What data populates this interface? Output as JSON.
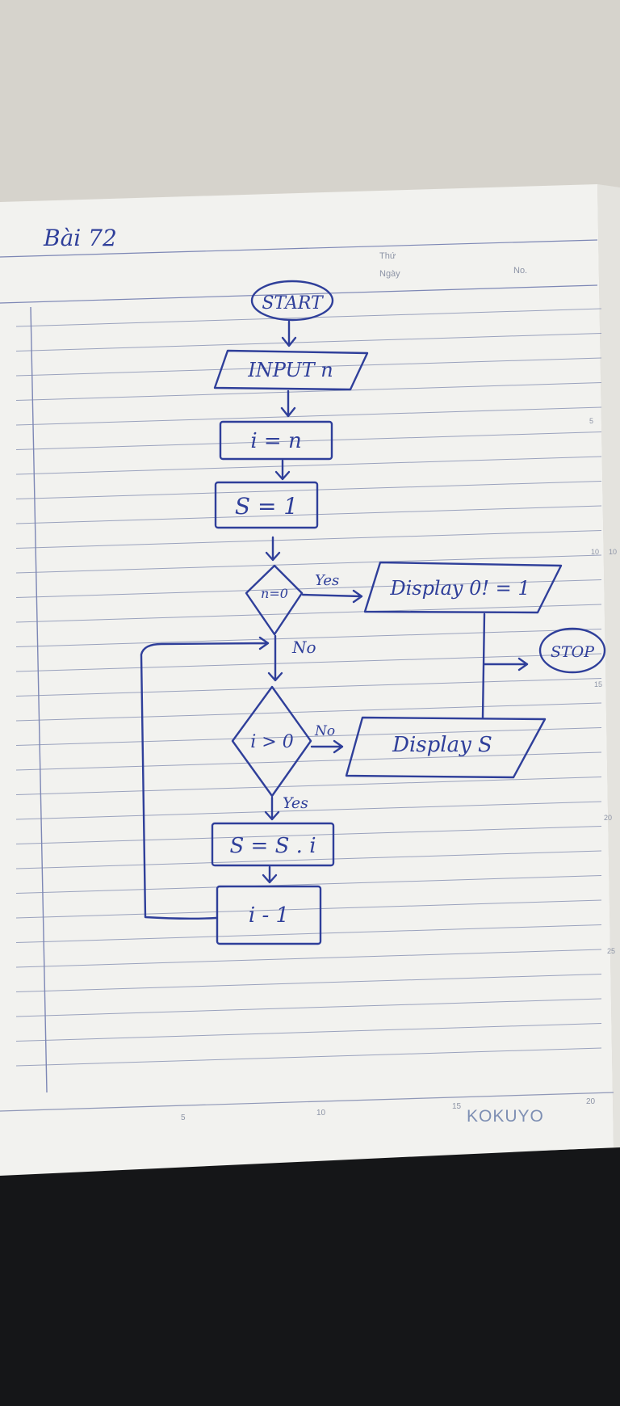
{
  "page": {
    "heading": "Bài 72",
    "header_print": {
      "thu": "Thứ",
      "ngay": "Ngày",
      "no": "No."
    },
    "brand": "KOKUYO",
    "ruler_bottom": [
      "5",
      "10",
      "15",
      "20"
    ],
    "ruler_right": [
      "5",
      "10",
      "10",
      "15",
      "20",
      "25"
    ]
  },
  "flowchart": {
    "start": "START",
    "input": "INPUT n",
    "init_i": "i = n",
    "init_s": "S = 1",
    "decision_zero": "n=0",
    "yes_label_1": "Yes",
    "no_label_1": "No",
    "display_zero": "Display 0! = 1",
    "stop": "STOP",
    "decision_loop": "i > 0",
    "no_label_2": "No",
    "yes_label_2": "Yes",
    "display_s": "Display S",
    "multiply": "S = S . i",
    "decrement": "i - 1"
  },
  "colors": {
    "ink": "#2f3f9a",
    "paper": "#f2f2ef",
    "lines": "#9aa2bd",
    "background": "#d9d6cf",
    "dark_area": "#151618"
  }
}
